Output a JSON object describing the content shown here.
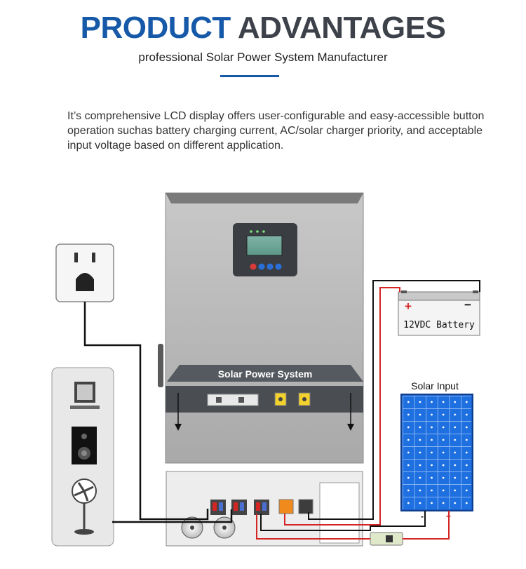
{
  "header": {
    "title_word1": "PRODUCT",
    "title_word2": "ADVANTAGES",
    "subtitle": "professional Solar Power System Manufacturer",
    "description": "It’s comprehensive LCD display offers user-configurable and easy-accessible button operation suchas battery charging current, AC/solar charger priority, and acceptable input voltage based on different application."
  },
  "diagram": {
    "inverter_label": "Solar Power System",
    "battery_label": "12VDC Battery",
    "battery_plus": "+",
    "battery_minus": "−",
    "solar_label": "Solar Input",
    "solar_minus": "-",
    "solar_plus": "+"
  },
  "colors": {
    "title_blue": "#1659a8",
    "title_gray": "#3d4149",
    "wire_red": "#d42424",
    "wire_black": "#111111",
    "panel_blue": "#1e6fe0"
  }
}
